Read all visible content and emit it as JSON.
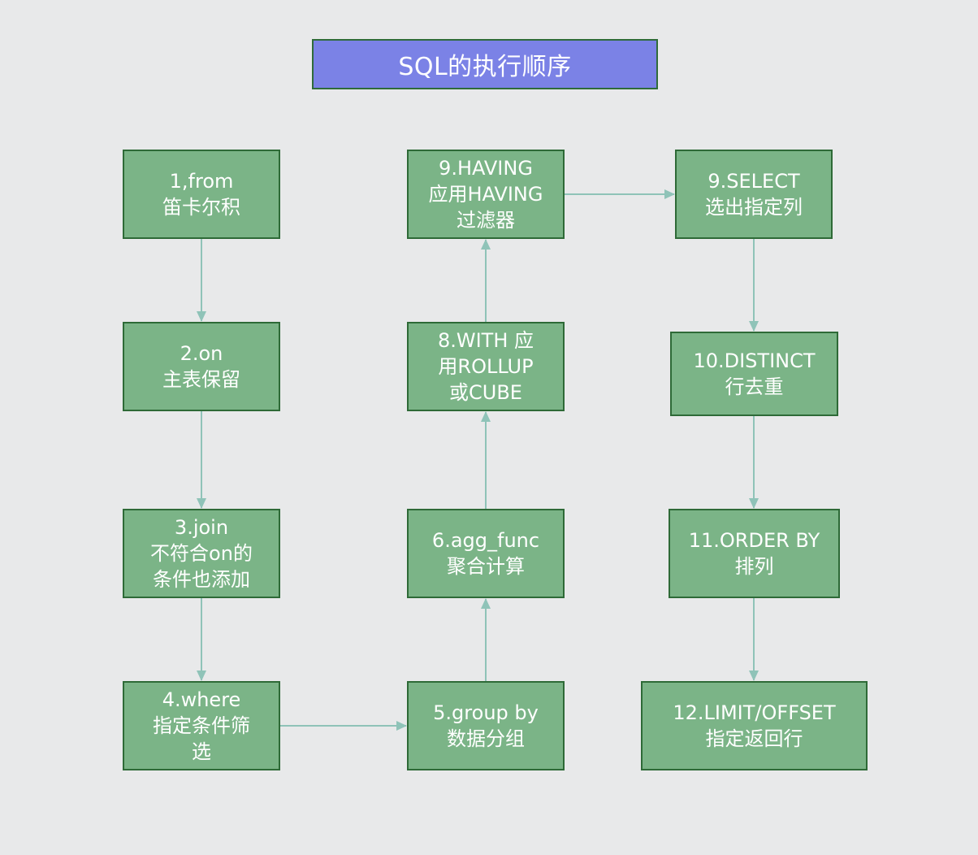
{
  "title": "SQL的执行顺序",
  "nodes": {
    "n1": {
      "lines": [
        "1,from",
        "笛卡尔积"
      ]
    },
    "n2": {
      "lines": [
        "2.on",
        "主表保留"
      ]
    },
    "n3": {
      "lines": [
        "3.join",
        "不符合on的",
        "条件也添加"
      ]
    },
    "n4": {
      "lines": [
        "4.where",
        "指定条件筛",
        "选"
      ]
    },
    "n5": {
      "lines": [
        "5.group by",
        "数据分组"
      ]
    },
    "n6": {
      "lines": [
        "6.agg_func",
        "聚合计算"
      ]
    },
    "n8": {
      "lines": [
        "8.WITH 应",
        "用ROLLUP",
        "或CUBE"
      ]
    },
    "n9h": {
      "lines": [
        "9.HAVING",
        "应用HAVING",
        "过滤器"
      ]
    },
    "n9s": {
      "lines": [
        "9.SELECT",
        "选出指定列"
      ]
    },
    "n10": {
      "lines": [
        "10.DISTINCT",
        "行去重"
      ]
    },
    "n11": {
      "lines": [
        "11.ORDER BY",
        "排列"
      ]
    },
    "n12": {
      "lines": [
        "12.LIMIT/OFFSET",
        "指定返回行"
      ]
    }
  },
  "colors": {
    "node_fill": "#7bb487",
    "node_border": "#2e6a37",
    "title_fill": "#7b82e6",
    "connector": "#8fc3b8",
    "background": "#e8e9ea"
  }
}
